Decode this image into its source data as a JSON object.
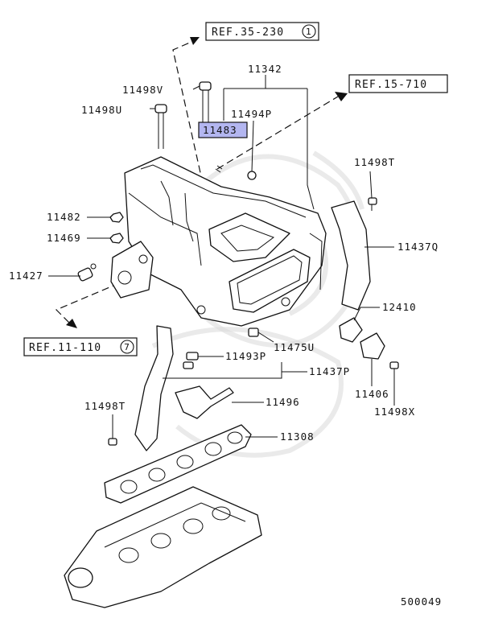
{
  "refs": {
    "ref1": {
      "text": "REF.35-230",
      "num": "1"
    },
    "ref2": {
      "text": "REF.15-710"
    },
    "ref3": {
      "text": "REF.11-110",
      "num": "7"
    }
  },
  "labels": {
    "p11342": "11342",
    "p11498V": "11498V",
    "p11498U": "11498U",
    "p11494P": "11494P",
    "p11483": "11483",
    "p11498T_a": "11498T",
    "p11482": "11482",
    "p11469": "11469",
    "p11437Q": "11437Q",
    "p11427": "11427",
    "p12410": "12410",
    "p11475U": "11475U",
    "p11493P": "11493P",
    "p11437P": "11437P",
    "p11406": "11406",
    "p11498X": "11498X",
    "p11498T_b": "11498T",
    "p11496": "11496",
    "p11308": "11308"
  },
  "highlight_color": "#b3b6f0",
  "diagram_id": "500049"
}
